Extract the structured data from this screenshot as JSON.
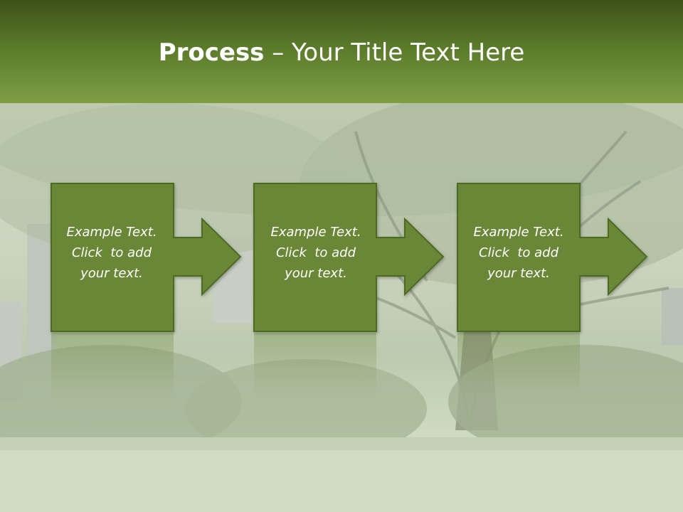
{
  "header": {
    "title_bold": "Process",
    "title_rest": " – Your Title Text Here"
  },
  "steps": [
    {
      "line1": "Example Text.",
      "line2": "Click  to add",
      "line3": "your text."
    },
    {
      "line1": "Example Text.",
      "line2": "Click  to add",
      "line3": "your text."
    },
    {
      "line1": "Example Text.",
      "line2": "Click  to add",
      "line3": "your text."
    }
  ],
  "colors": {
    "box_fill": "#6b8739",
    "box_stroke": "#4e6a24",
    "header_dark": "#3d5219",
    "header_light": "#7e9d45"
  }
}
